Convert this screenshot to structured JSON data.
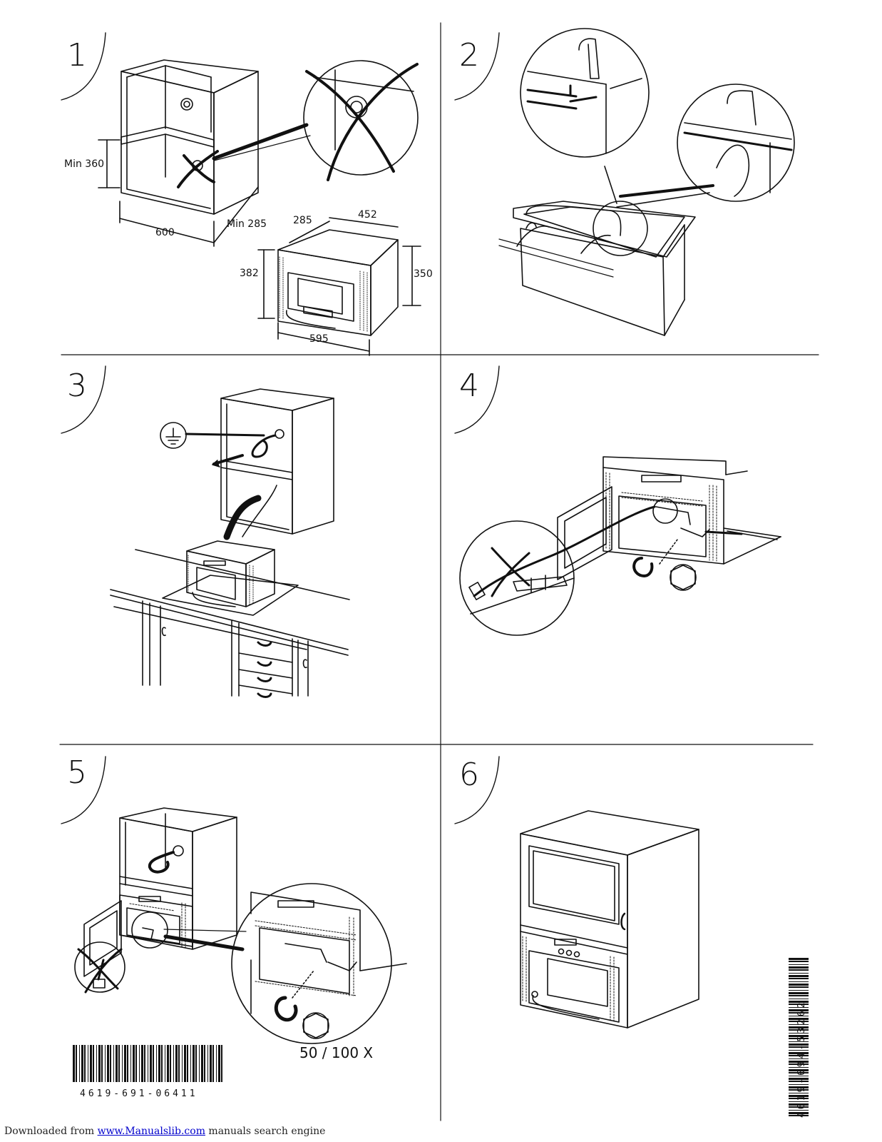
{
  "panels": [
    {
      "number": "1"
    },
    {
      "number": "2"
    },
    {
      "number": "3"
    },
    {
      "number": "4"
    },
    {
      "number": "5"
    },
    {
      "number": "6"
    }
  ],
  "panel1": {
    "min_height": "Min 360",
    "cabinet_width": "600",
    "cabinet_depth": "Min 285",
    "oven_depth": "285",
    "oven_body_width": "452",
    "oven_front_height": "382",
    "oven_body_height": "350",
    "oven_front_width": "595"
  },
  "panel5": {
    "screw_torque": "50 / 100 X",
    "barcode_number": "4619-691-06411"
  },
  "panel6": {
    "barcode_number": "4619-694-53262"
  },
  "footer": {
    "prefix": "Downloaded from ",
    "link": "www.Manualslib.com",
    "suffix": "  manuals search engine"
  }
}
